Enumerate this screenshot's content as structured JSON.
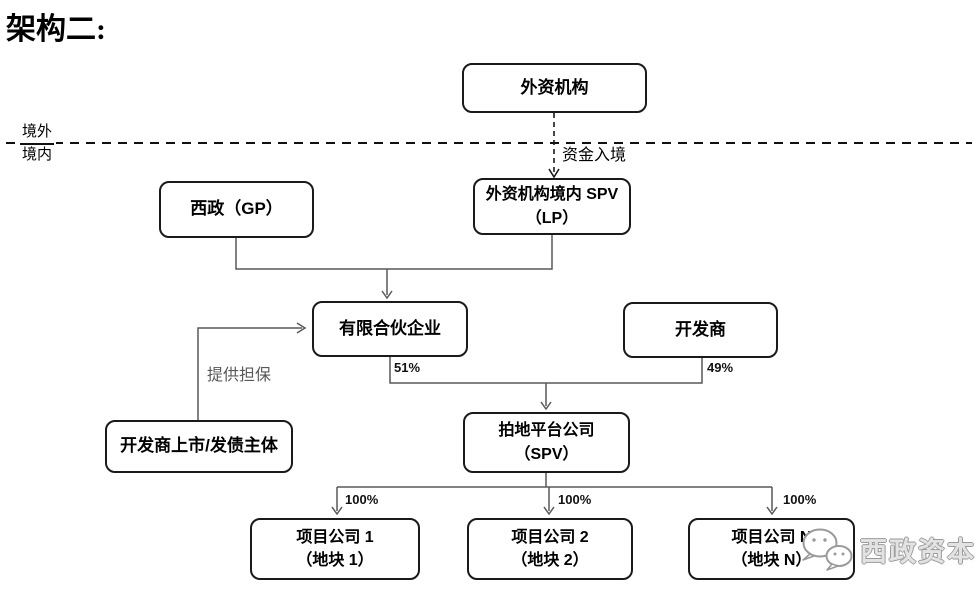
{
  "title": "架构二:",
  "border_zone": {
    "outside": "境外",
    "inside": "境内"
  },
  "nodes": {
    "foreign_institution": {
      "label": "外资机构"
    },
    "xizheng_gp": {
      "label": "西政（GP）"
    },
    "foreign_spv": {
      "line1": "外资机构境内 SPV",
      "line2": "（LP）"
    },
    "limited_partnership": {
      "label": "有限合伙企业"
    },
    "developer": {
      "label": "开发商"
    },
    "land_platform": {
      "line1": "拍地平台公司",
      "line2": "（SPV）"
    },
    "guarantor": {
      "label": "开发商上市/发债主体"
    },
    "project_1": {
      "line1": "项目公司 1",
      "line2": "（地块 1）"
    },
    "project_2": {
      "line1": "项目公司 2",
      "line2": "（地块 2）"
    },
    "project_n": {
      "line1": "项目公司 N",
      "line2": "（地块 N）"
    }
  },
  "edges": {
    "capital_entry": "资金入境",
    "guarantee": "提供担保",
    "lp_stake": "51%",
    "developer_stake": "49%",
    "project1_stake": "100%",
    "project2_stake": "100%",
    "projectn_stake": "100%"
  },
  "watermark": {
    "brand": "西政资本"
  },
  "colors": {
    "box_border": "#1a1a1a",
    "connector": "#595959",
    "dashed_line": "#111111",
    "gray_label": "#595959",
    "watermark": "#9a9a9a"
  }
}
